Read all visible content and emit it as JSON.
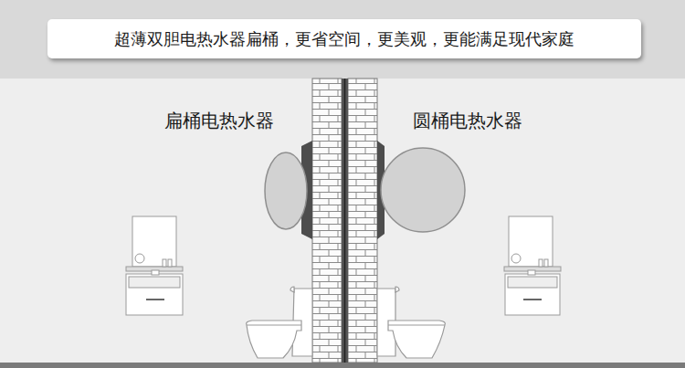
{
  "diagram": {
    "title": "超薄双胆电热水器扁桶，更省空间，更美观，更能满足现代家庭",
    "labels": [
      "扁桶电热水器",
      "圆桶电热水器"
    ]
  }
}
